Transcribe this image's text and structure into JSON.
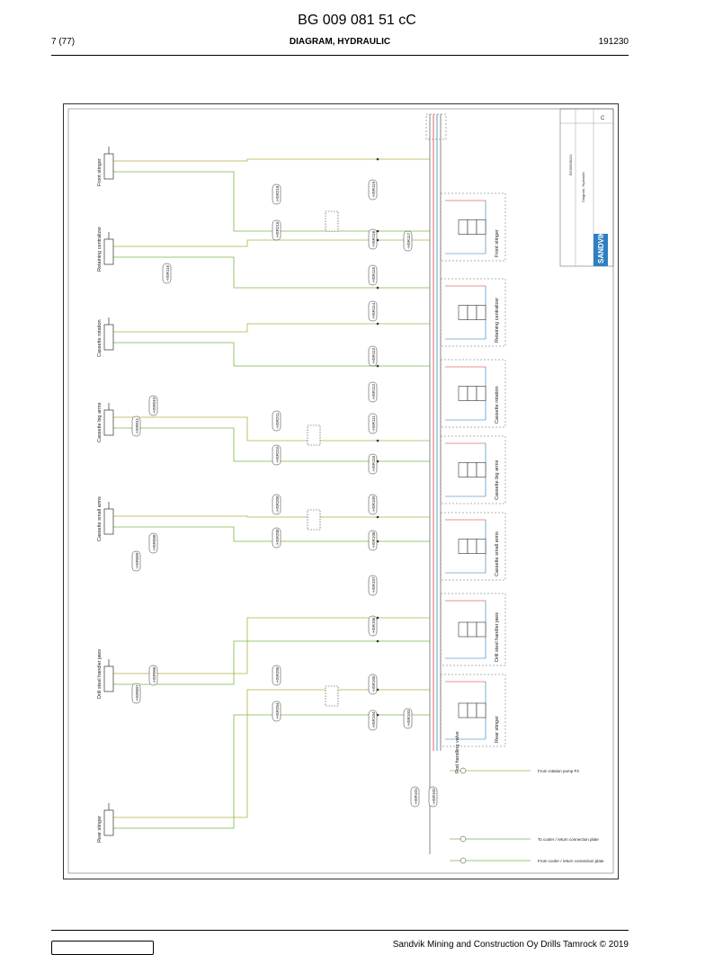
{
  "header": {
    "doc_code": "BG 009 081 51 cC",
    "page": "7 (77)",
    "title": "DIAGRAM, HYDRAULIC",
    "date": "191230"
  },
  "footer": {
    "company": "Sandvik Mining and Construction Oy Drills Tamrock © 2019"
  },
  "diagram": {
    "actuators": [
      {
        "label": "Front stinger"
      },
      {
        "label": "Retaining centralizer"
      },
      {
        "label": "Cassette rotation"
      },
      {
        "label": "Cassette big arms"
      },
      {
        "label": "Cassette small arms"
      },
      {
        "label": "Drill steel handler jaws"
      },
      {
        "label": "Rear stinger"
      }
    ],
    "valve_sections": [
      {
        "label": "Front stinger"
      },
      {
        "label": "Retaining centralizer"
      },
      {
        "label": "Cassette rotation"
      },
      {
        "label": "Cassette big arms"
      },
      {
        "label": "Cassette small arms"
      },
      {
        "label": "Drill steel handler jaws"
      },
      {
        "label": "Rear stinger"
      }
    ],
    "hose_codes_left": [
      "-HSR218",
      "-HSR216",
      "-HSR211",
      "-HSR210",
      "-HSR209",
      "-HSR208",
      "-HSR205",
      "-HSR204"
    ],
    "hose_codes_mid": [
      "-HSR119",
      "-HSR118",
      "-HSR115",
      "-HSR114",
      "-HSR113",
      "-HSR112",
      "-HSR111",
      "-HSR110",
      "-HSR109",
      "-HSR108",
      "-HSR107",
      "-HSR106",
      "-HSR105",
      "-HSR104"
    ],
    "hose_codes_extra": [
      "-HSR117",
      "-HSR103",
      "-HSR101",
      "-HSR102"
    ],
    "hose_codes_actuator": [
      "-HSR116",
      "-HSR011",
      "-HSR010",
      "-HSR009",
      "-HSR008",
      "-HSR007",
      "-HSR006"
    ],
    "rod_handling_label": "Rod handling valve",
    "connection_labels": [
      "From rotation pump P2",
      "To cooler / return connection plate",
      "From cooler / return connection plate"
    ],
    "title_block": {
      "brand": "SANDVIK",
      "drawing_title": "Diagram, Hydraulic",
      "drawing_number": "BG00908151",
      "revision": "C"
    }
  }
}
